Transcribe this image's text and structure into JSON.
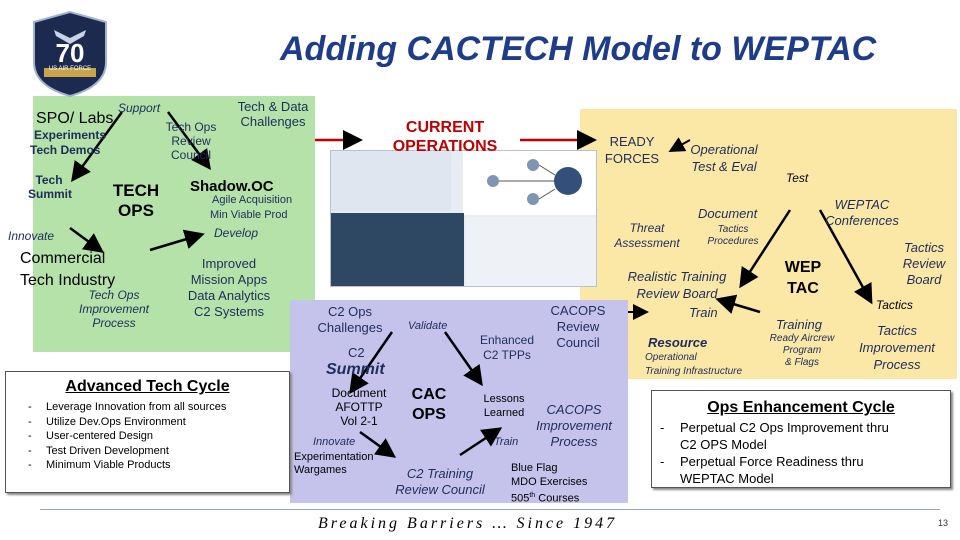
{
  "logo": {
    "number": "70",
    "text": "US AIR FORCE"
  },
  "title": "Adding CACTECH Model to WEPTAC",
  "left": {
    "support": "Support",
    "spo_labs": "SPO/ Labs",
    "experiments": "Experiments",
    "tech_demos": "Tech Demos",
    "tech_summit": [
      "Tech",
      "Summit"
    ],
    "tech_ops_center": [
      "TECH",
      "OPS"
    ],
    "tech_ops_review_council": [
      "Tech Ops",
      "Review",
      "Council"
    ],
    "tech_data_challenges": [
      "Tech & Data",
      "Challenges"
    ],
    "shadow_oc": "Shadow.OC",
    "agile_acquisition": "Agile Acquisition",
    "min_viable_prod": "Min Viable Prod",
    "develop": "Develop",
    "innovate": "Innovate",
    "commercial": "Commercial",
    "tech_industry": "Tech Industry",
    "tech_ops_improvement_process": [
      "Tech Ops",
      "Improvement",
      "Process"
    ],
    "improved_list": [
      "Improved",
      "Mission Apps",
      "Data Analytics",
      "C2 Systems"
    ]
  },
  "center": {
    "current_operations": [
      "CURRENT",
      "OPERATIONS"
    ],
    "c2_ops_challenges": [
      "C2 Ops",
      "Challenges"
    ],
    "validate": "Validate",
    "c2": "C2",
    "summit": "Summit",
    "document_afottp": [
      "Document",
      "AFOTTP",
      "Vol 2-1"
    ],
    "cac_ops": [
      "CAC",
      "OPS"
    ],
    "enhanced_c2_tpps": [
      "Enhanced",
      "C2 TPPs"
    ],
    "cacops_review_council": [
      "CACOPS",
      "Review",
      "Council"
    ],
    "lessons_learned": [
      "Lessons",
      "Learned"
    ],
    "cacops_improvement_process": [
      "CACOPS",
      "Improvement",
      "Process"
    ],
    "train": "Train",
    "innovate": "Innovate",
    "experimentation_wargames": [
      "Experimentation",
      "Wargames"
    ],
    "c2_training_review_council": [
      "C2 Training",
      "Review Council"
    ],
    "blue_flag": [
      "Blue Flag",
      "MDO Exercises"
    ],
    "fifth_courses_base": "505",
    "fifth_courses_sup": "th",
    "fifth_courses_rest": " Courses"
  },
  "right": {
    "ready_forces": [
      "READY",
      "FORCES"
    ],
    "operational_test_eval": [
      "Operational",
      "Test & Eval"
    ],
    "test": "Test",
    "document": "Document",
    "weptac_conferences": [
      "WEPTAC",
      "Conferences"
    ],
    "threat_assessment": [
      "Threat",
      "Assessment"
    ],
    "tactics_procedures": [
      "Tactics",
      "Procedures"
    ],
    "tactics_review_board": [
      "Tactics",
      "Review",
      "Board"
    ],
    "realistic_training_review_board": [
      "Realistic Training",
      "Review Board"
    ],
    "wep_tac": [
      "WEP",
      "TAC"
    ],
    "train": "Train",
    "tactics": "Tactics",
    "training": "Training",
    "resource": "Resource",
    "operational_training_infrastructure": [
      "Operational",
      "Training Infrastructure"
    ],
    "ready_aircrew_program_flags": [
      "Ready Aircrew",
      "Program",
      "& Flags"
    ],
    "tactics_improvement_process": [
      "Tactics",
      "Improvement",
      "Process"
    ]
  },
  "advanced_tech_cycle": {
    "heading": "Advanced Tech Cycle",
    "items": [
      "Leverage Innovation from all sources",
      "Utilize Dev.Ops Environment",
      "User-centered Design",
      "Test Driven Development",
      "Minimum Viable Products"
    ]
  },
  "ops_enhancement_cycle": {
    "heading": "Ops Enhancement Cycle",
    "items": [
      [
        "Perpetual C2 Ops Improvement thru",
        "C2 OPS Model"
      ],
      [
        "Perpetual Force Readiness thru",
        "WEPTAC Model"
      ]
    ]
  },
  "footer": "Breaking Barriers … Since 1947",
  "page_number": "13",
  "colors": {
    "title": "#1f3c88",
    "red": "#c00000",
    "navy": "#1f2d5c",
    "green_panel": "#b4e2a8",
    "yellow_panel": "#fbe7a6",
    "lavender_panel": "#c5c3ec"
  }
}
